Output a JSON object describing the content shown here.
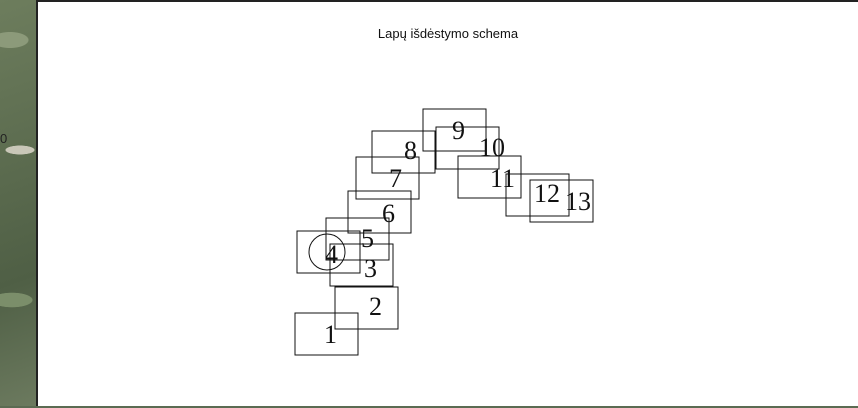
{
  "title": "Lapų išdėstymo schema",
  "edge_label": "0",
  "sheets": [
    {
      "label": "1"
    },
    {
      "label": "2"
    },
    {
      "label": "3"
    },
    {
      "label": "4"
    },
    {
      "label": "5"
    },
    {
      "label": "6"
    },
    {
      "label": "7"
    },
    {
      "label": "8"
    },
    {
      "label": "9"
    },
    {
      "label": "10"
    },
    {
      "label": "11"
    },
    {
      "label": "12"
    },
    {
      "label": "13"
    }
  ],
  "colors": {
    "panel": "#ffffff",
    "stroke": "#111111",
    "accent": "#e8641b"
  }
}
